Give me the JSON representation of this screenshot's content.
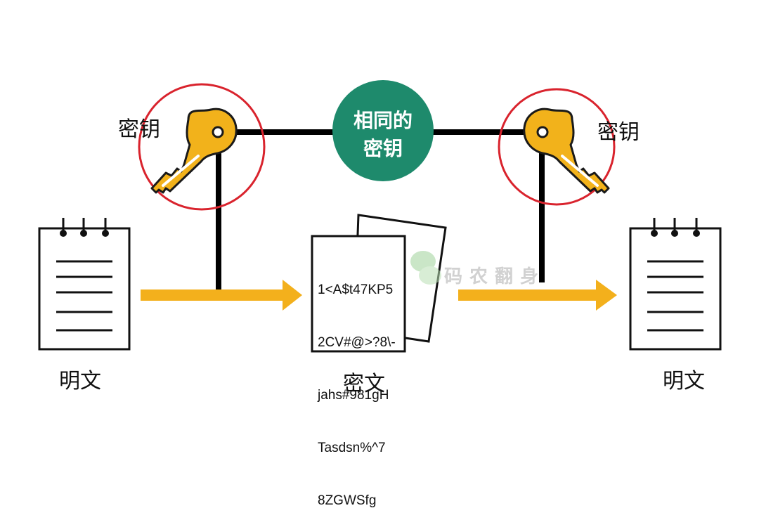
{
  "labels": {
    "key_left": "密钥",
    "key_right": "密钥",
    "same_key_line1": "相同的",
    "same_key_line2": "密钥",
    "plaintext_left": "明文",
    "ciphertext": "密文",
    "plaintext_right": "明文"
  },
  "ciphertext_lines": [
    "1<A$t47KP5",
    "2CV#@>?8\\-",
    "jahs#981gH",
    "Tasdsn%^7",
    "8ZGWSfg"
  ],
  "watermark": "码农翻身",
  "colors": {
    "key": "#f2b21b",
    "circle": "#d9232d",
    "center_badge": "#1e8a6c",
    "arrow": "#f3b01c",
    "line": "#000000"
  }
}
